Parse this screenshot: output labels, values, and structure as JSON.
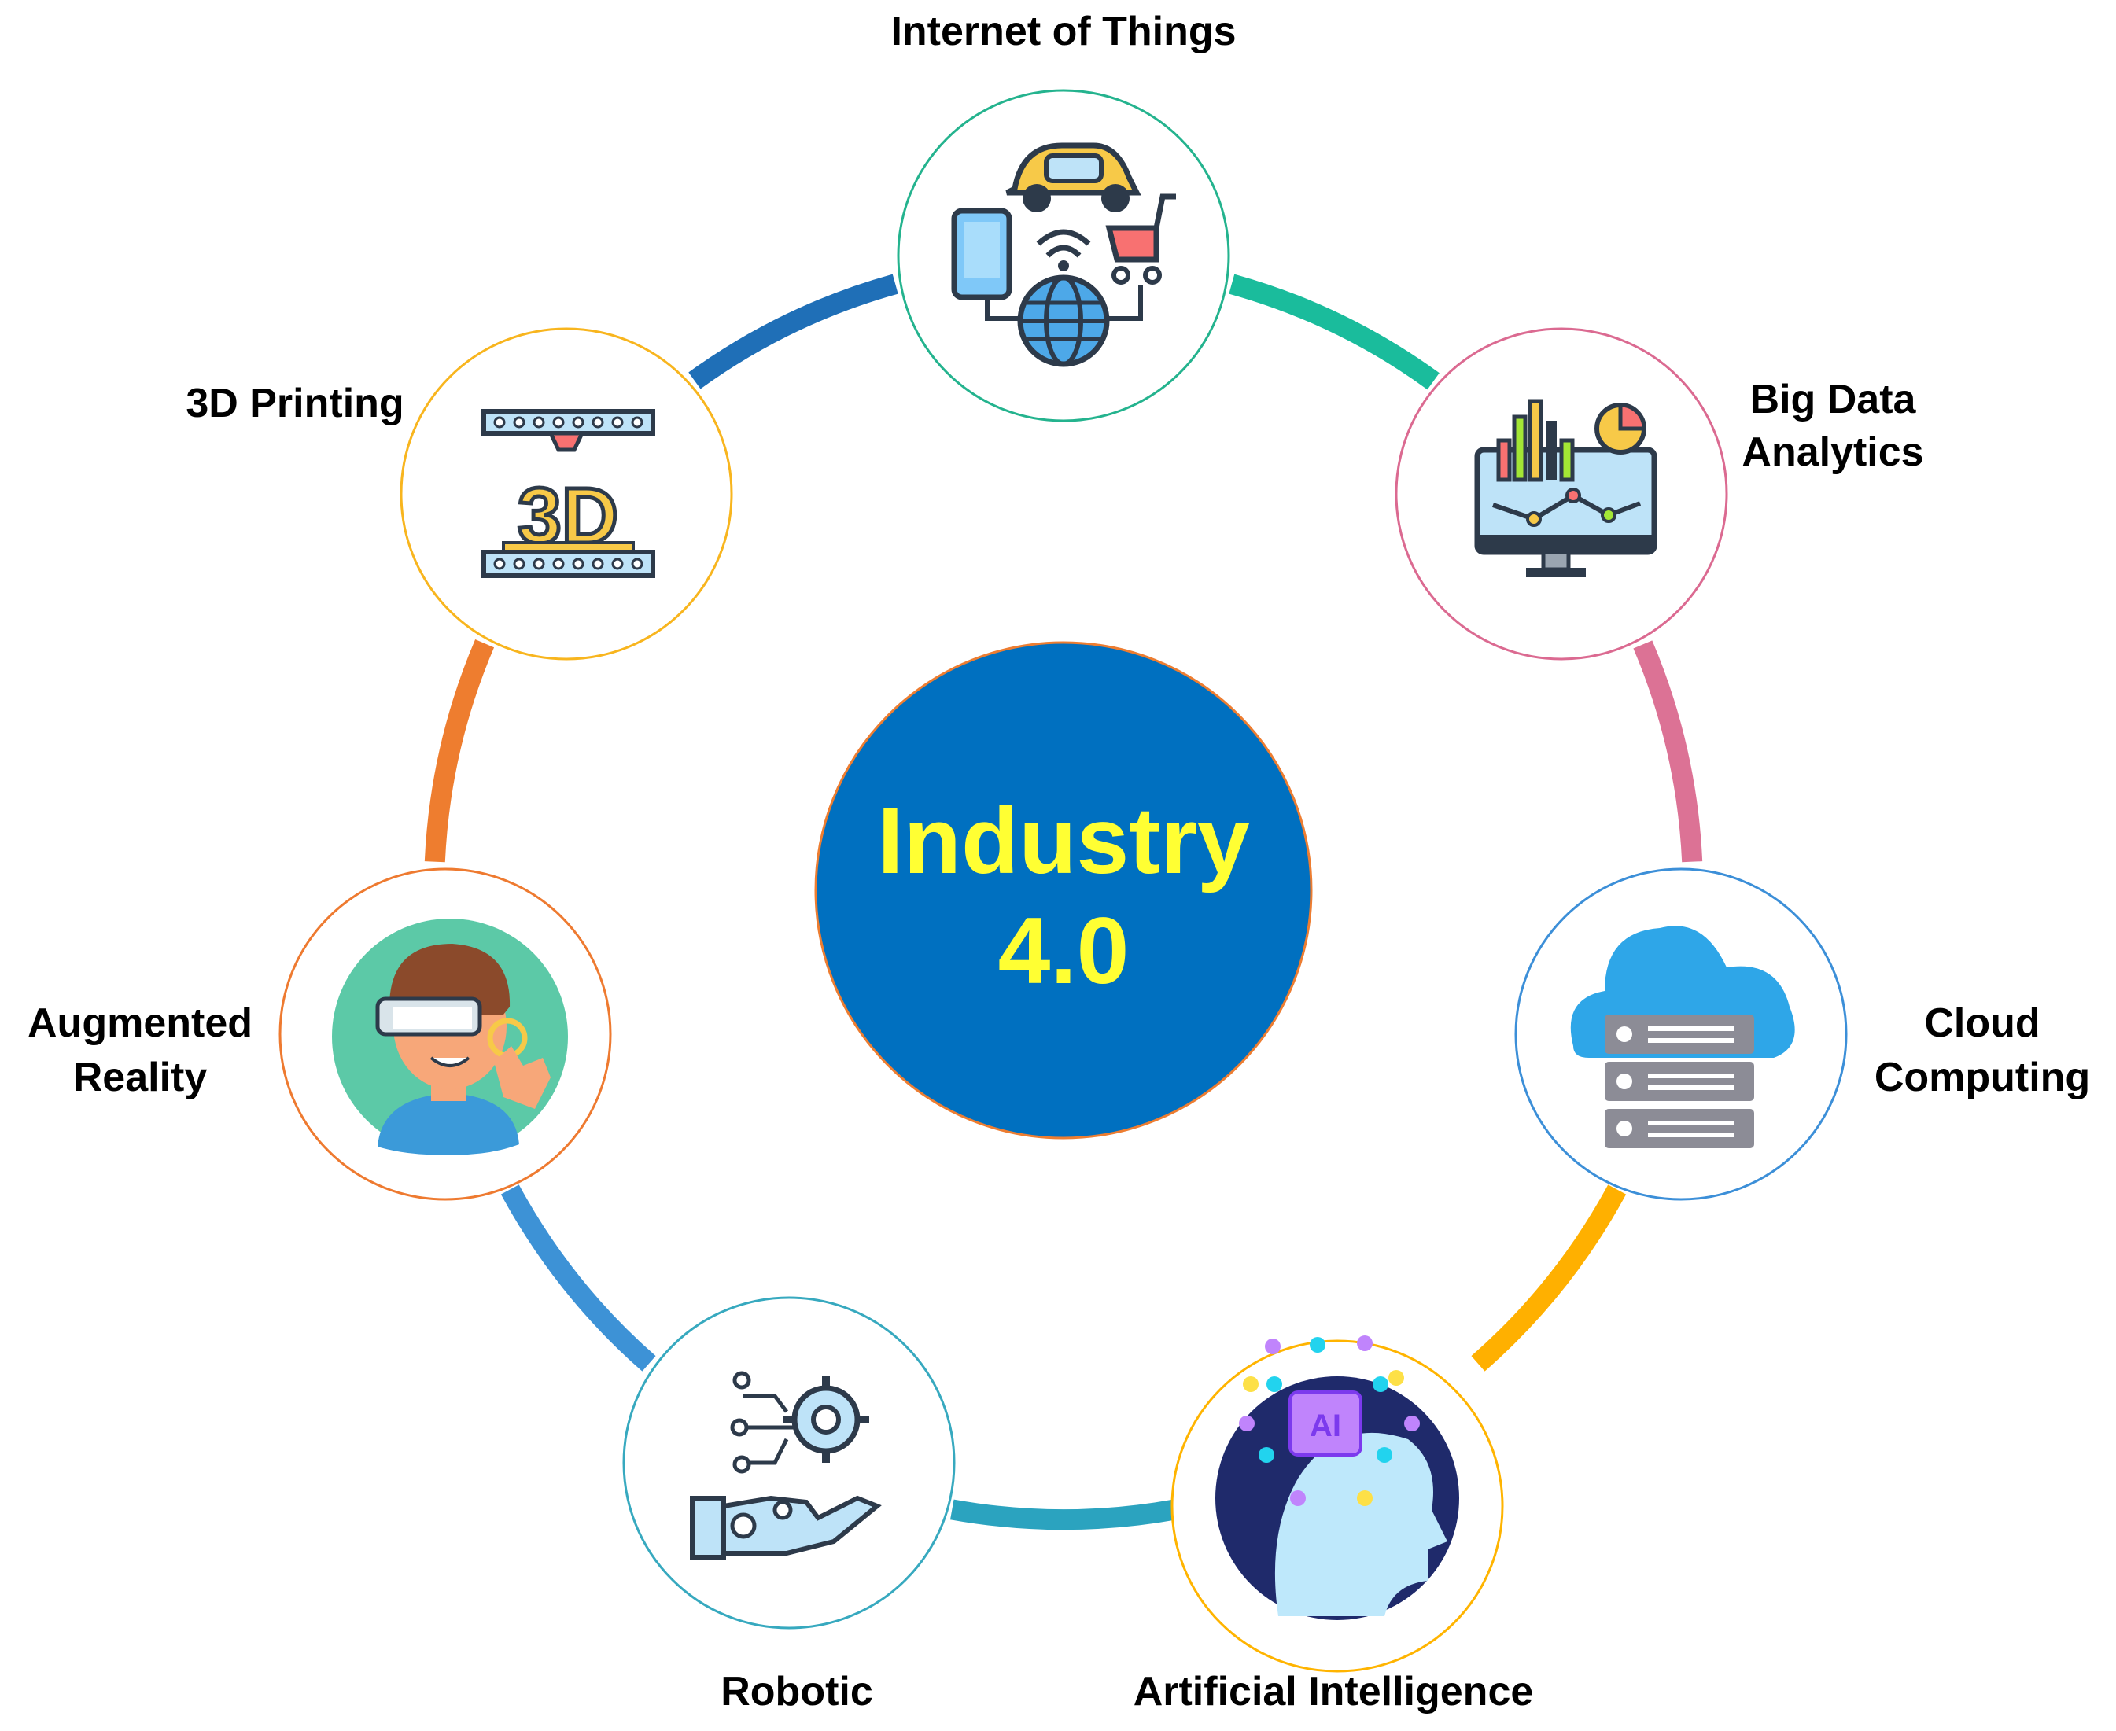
{
  "center": {
    "line1": "Industry",
    "line2": "4.0",
    "fill": "#0070C0",
    "text_color": "#FFFF33"
  },
  "nodes": [
    {
      "key": "iot",
      "label_lines": [
        "Internet of Things"
      ],
      "ring_color": "#24B38E",
      "icon": "iot-devices-globe-icon"
    },
    {
      "key": "bigdata",
      "label_lines": [
        "Big Data",
        "Analytics"
      ],
      "ring_color": "#DB6A91",
      "icon": "monitor-charts-icon"
    },
    {
      "key": "cloud",
      "label_lines": [
        "Cloud",
        "Computing"
      ],
      "ring_color": "#3C8FD8",
      "icon": "cloud-server-icon"
    },
    {
      "key": "ai",
      "label_lines": [
        "Artificial Intelligence"
      ],
      "ring_color": "#FFB400",
      "icon": "ai-head-icon"
    },
    {
      "key": "robotic",
      "label_lines": [
        "Robotic"
      ],
      "ring_color": "#37A9BF",
      "icon": "robot-hand-gear-icon"
    },
    {
      "key": "ar",
      "label_lines": [
        "Augmented",
        "Reality"
      ],
      "ring_color": "#EE7A30",
      "icon": "ar-glasses-person-icon"
    },
    {
      "key": "print3d",
      "label_lines": [
        "3D Printing"
      ],
      "ring_color": "#F8B51E",
      "icon": "3d-printer-icon"
    }
  ],
  "arcs": [
    {
      "from": "iot",
      "to": "bigdata",
      "color": "#1ABC9C"
    },
    {
      "from": "bigdata",
      "to": "cloud",
      "color": "#DC7295"
    },
    {
      "from": "cloud",
      "to": "ai",
      "color": "#FFB000"
    },
    {
      "from": "ai",
      "to": "robotic",
      "color": "#2BA3BF"
    },
    {
      "from": "robotic",
      "to": "ar",
      "color": "#3D92D6"
    },
    {
      "from": "ar",
      "to": "print3d",
      "color": "#EE7D2F"
    },
    {
      "from": "print3d",
      "to": "iot",
      "color": "#1F6FB7"
    }
  ]
}
